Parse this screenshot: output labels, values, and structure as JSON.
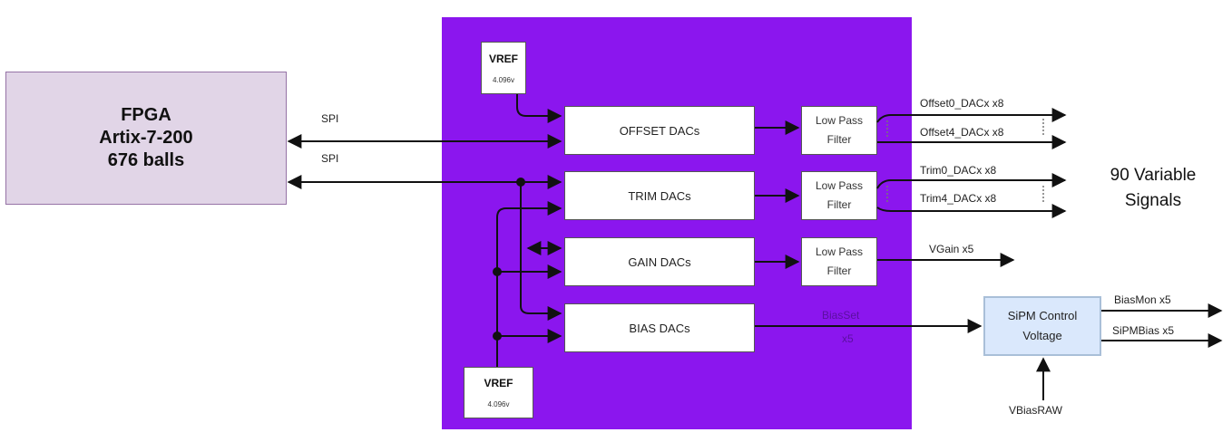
{
  "fpga": {
    "line1": "FPGA",
    "line2": "Artix-7-200",
    "line3": "676 balls"
  },
  "spi_labels": [
    "SPI",
    "SPI"
  ],
  "vref_top": {
    "title": "VREF",
    "value": "4.096v"
  },
  "vref_bottom": {
    "title": "VREF",
    "value": "4.096v"
  },
  "dacs": {
    "offset": "OFFSET DACs",
    "trim": "TRIM DACs",
    "gain": "GAIN DACs",
    "bias": "BIAS DACs"
  },
  "filters": [
    {
      "line1": "Low Pass",
      "line2": "Filter"
    },
    {
      "line1": "Low Pass",
      "line2": "Filter"
    },
    {
      "line1": "Low Pass",
      "line2": "Filter"
    }
  ],
  "outputs": {
    "offset0": "Offset0_DACx  x8",
    "offset4": "Offset4_DACx  x8",
    "trim0": "Trim0_DACx  x8",
    "trim4": "Trim4_DACx  x8",
    "vgain": "VGain x5",
    "biasset_line1": "BiasSet",
    "biasset_line2": "x5",
    "biasmon": "BiasMon x5",
    "sipmbias": "SiPMBias x5",
    "vbiasraw": "VBiasRAW"
  },
  "signals_note": {
    "line1": "90 Variable",
    "line2": "Signals"
  },
  "sipm": {
    "line1": "SiPM Control",
    "line2": "Voltage"
  },
  "colors": {
    "panel": "#8b16ee",
    "fpga_fill": "#e1d5e7",
    "sipm_fill": "#dae8fc"
  }
}
